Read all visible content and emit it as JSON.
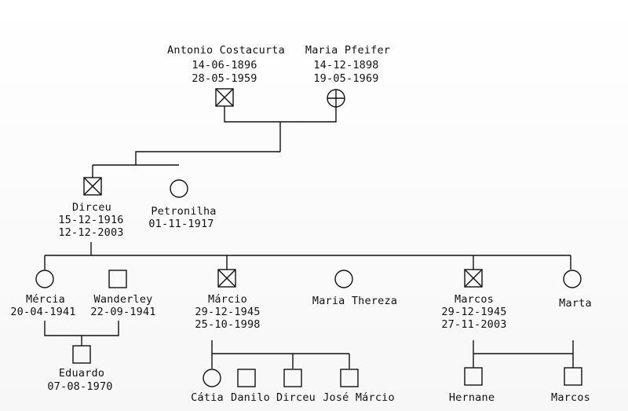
{
  "people": {
    "antonio": {
      "name": "Antonio Costacurta",
      "birth": "14-06-1896",
      "death": "28-05-1959"
    },
    "maria_p": {
      "name": "Maria Pfeifer",
      "birth": "14-12-1898",
      "death": "19-05-1969"
    },
    "dirceu": {
      "name": "Dirceu",
      "birth": "15-12-1916",
      "death": "12-12-2003"
    },
    "petronilha": {
      "name": "Petronilha",
      "birth": "01-11-1917"
    },
    "mercia": {
      "name": "Mércia",
      "birth": "20-04-1941"
    },
    "wanderley": {
      "name": "Wanderley",
      "birth": "22-09-1941"
    },
    "eduardo": {
      "name": "Eduardo",
      "birth": "07-08-1970"
    },
    "marcio": {
      "name": "Márcio",
      "birth": "29-12-1945",
      "death": "25-10-1998"
    },
    "maria_t": {
      "name": "Maria Thereza"
    },
    "marcos": {
      "name": "Marcos",
      "birth": "29-12-1945",
      "death": "27-11-2003"
    },
    "marta": {
      "name": "Marta"
    },
    "catia": {
      "name": "Cátia"
    },
    "danilo": {
      "name": "Danilo"
    },
    "dirceu2": {
      "name": "Dirceu"
    },
    "jose": {
      "name": "José Márcio"
    },
    "hernane": {
      "name": "Hernane"
    },
    "marcos2": {
      "name": "Marcos"
    }
  },
  "colors": {
    "ink": "#111111",
    "paper": "#fbfbfb"
  }
}
